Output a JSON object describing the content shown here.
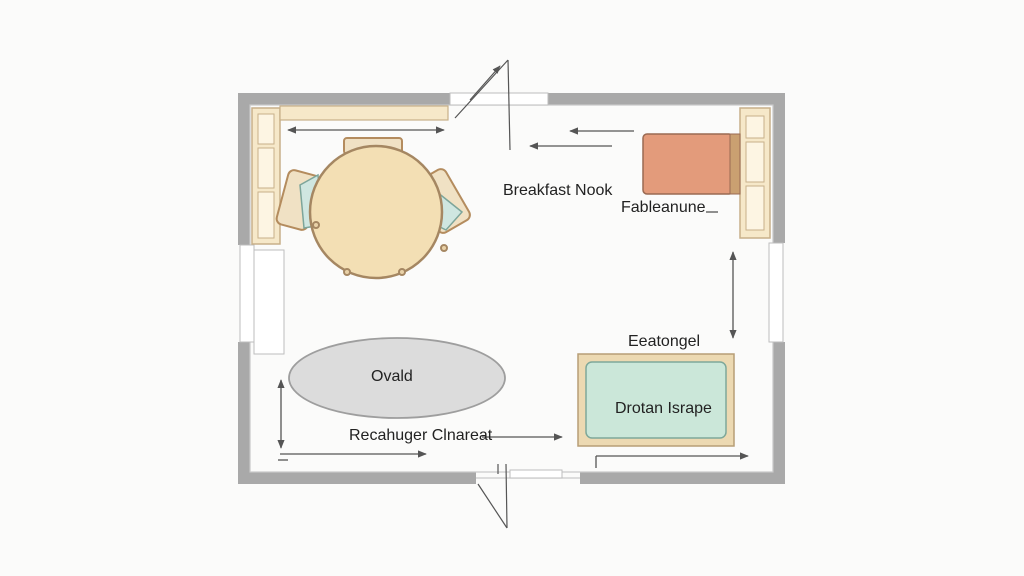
{
  "labels": {
    "breakfast_nook": "Breakfast Nook",
    "fable_anune": "Fableanune",
    "eeatongel": "Eeatongel",
    "ovald": "Ovald",
    "drotan_isrape": "Drotan Isrape",
    "recahuger_clnareat": "Recahuger Clnareat"
  },
  "colors": {
    "wall": "#a8a8a8",
    "table_fill": "#f3dfb4",
    "chair": "#c8a275",
    "cushion": "#cfe6e0",
    "sofa": "#e39b7b",
    "shelf": "#f6e8c9",
    "oval_rug": "#dcdcdc",
    "rect_rug_fill": "#cbe7d9",
    "rect_rug_border": "#ecd9b2",
    "arrow": "#555555"
  },
  "icons": [
    "round-table-icon",
    "chair-icon",
    "sofa-icon",
    "door-swing-icon",
    "dimension-arrow-icon"
  ]
}
